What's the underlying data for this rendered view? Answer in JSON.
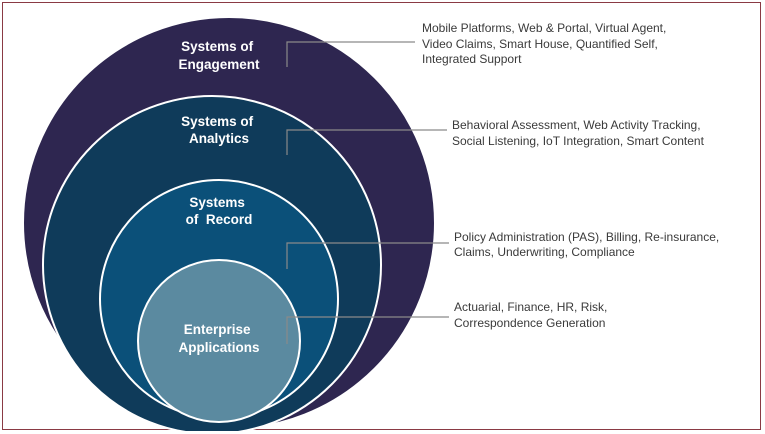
{
  "colors": {
    "engagement": "#2e2650",
    "analytics": "#0f3b5a",
    "record": "#0b5079",
    "enterprise": "#5b8aa0",
    "ring_stroke": "#ffffff",
    "connector": "#8a8a8a",
    "frame_border": "#8a3a44",
    "text": "#3a3a3a"
  },
  "rings": [
    {
      "id": "engagement",
      "label_lines": [
        "Systems of",
        "Engagement"
      ],
      "description_lines": [
        "Mobile Platforms, Web & Portal, Virtual Agent,",
        "Video Claims, Smart House, Quantified Self,",
        "Integrated Support"
      ]
    },
    {
      "id": "analytics",
      "label_lines": [
        "Systems of",
        "Analytics"
      ],
      "description_lines": [
        "Behavioral Assessment, Web Activity Tracking,",
        "Social Listening, IoT Integration, Smart Content"
      ]
    },
    {
      "id": "record",
      "label_lines": [
        "Systems",
        "of  Record"
      ],
      "description_lines": [
        "Policy Administration (PAS), Billing, Re-insurance,",
        "Claims, Underwriting, Compliance"
      ]
    },
    {
      "id": "enterprise",
      "label_lines": [
        "Enterprise",
        "Applications"
      ],
      "description_lines": [
        "Actuarial, Finance, HR, Risk,",
        "Correspondence Generation"
      ]
    }
  ]
}
